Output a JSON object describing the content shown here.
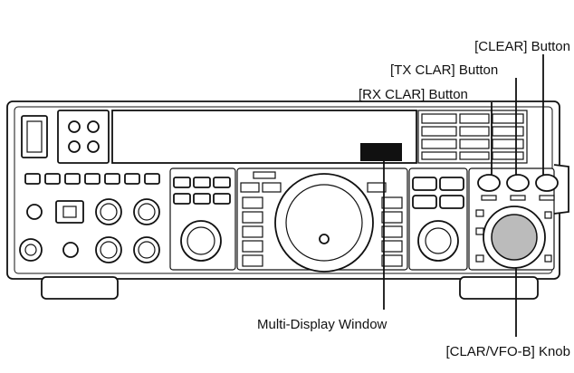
{
  "callouts": {
    "clear_button": "[CLEAR] Button",
    "tx_clar_button": "[TX CLAR] Button",
    "rx_clar_button": "[RX CLAR] Button",
    "multi_display_window": "Multi-Display Window",
    "clar_vfo_b_knob": "[CLAR/VFO-B] Knob"
  }
}
